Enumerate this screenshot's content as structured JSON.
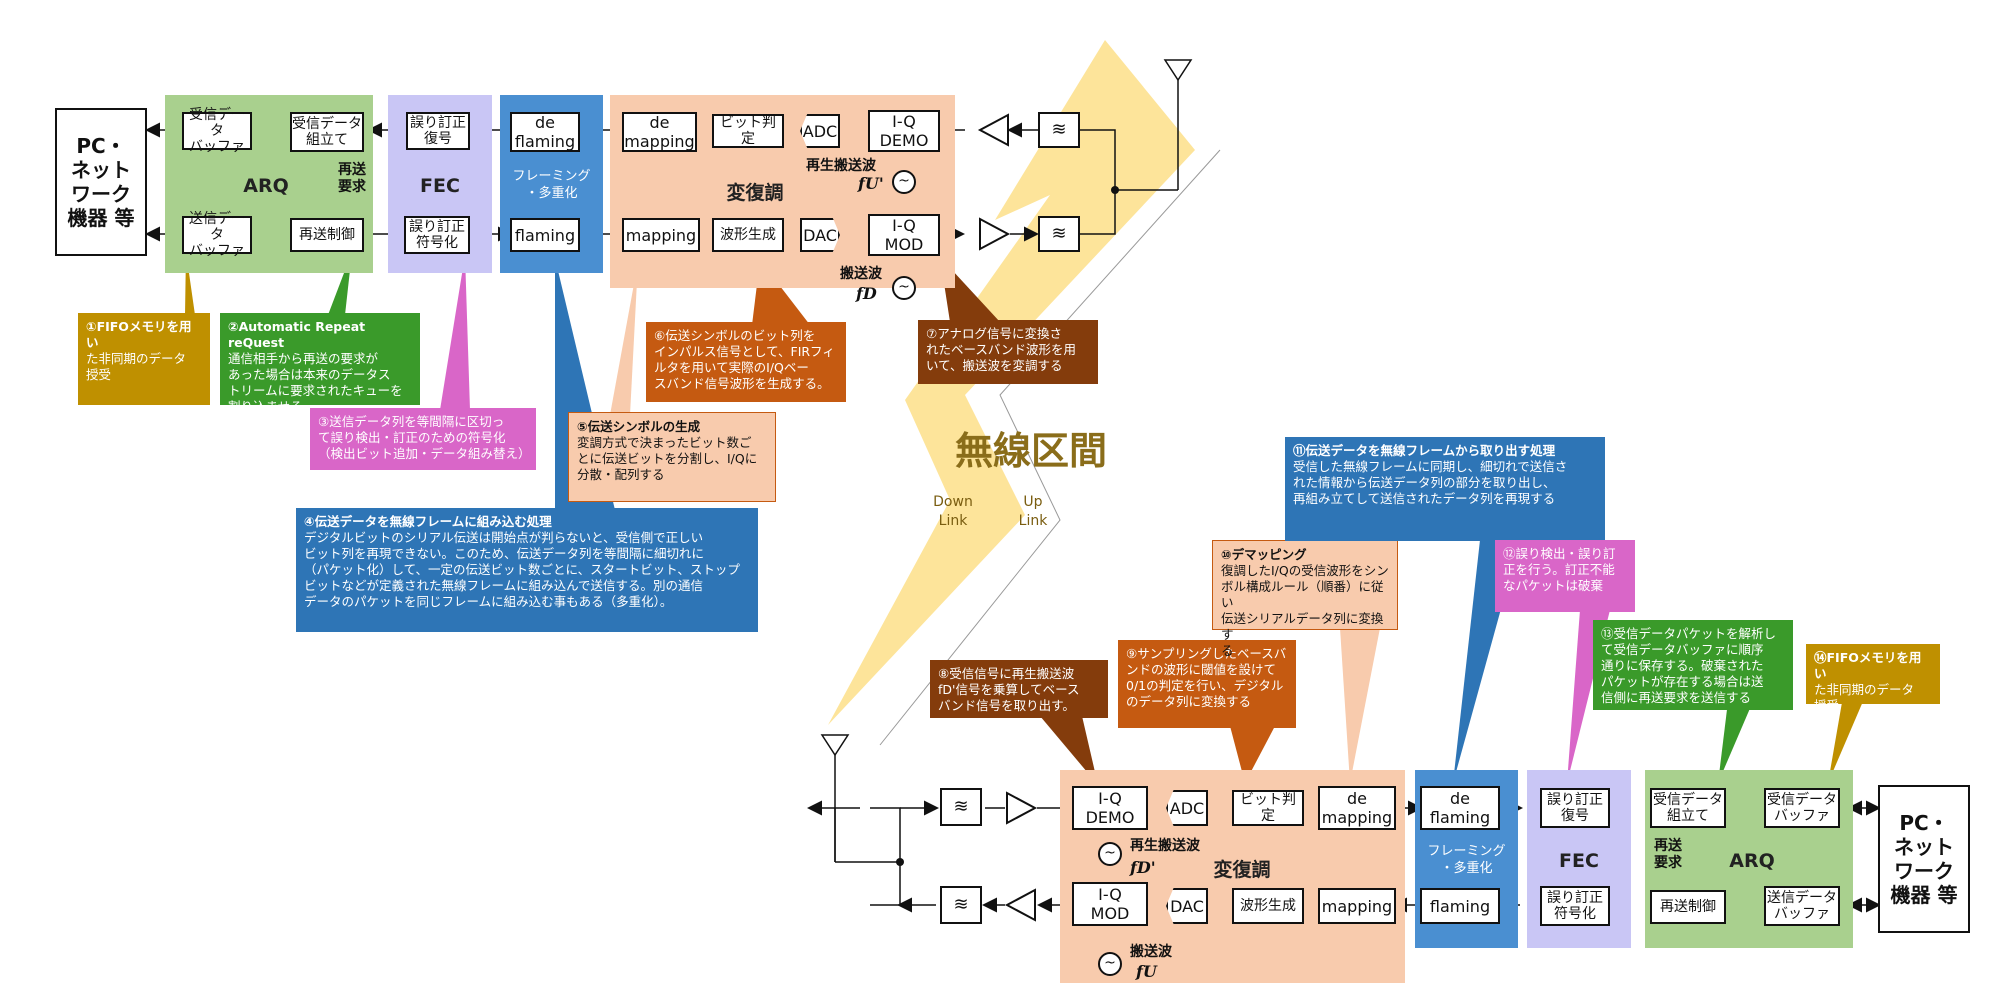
{
  "center": {
    "title": "無線区間",
    "down": "Down\nLink",
    "up": "Up\nLink"
  },
  "top": {
    "pc": "PC・\nネット\nワーク\n機器 等",
    "arq": {
      "label": "ARQ",
      "rx_buffer": "受信データ\nバッファ",
      "assembly": "受信データ\n組立て",
      "tx_buffer": "送信データ\nバッファ",
      "retx": "再送制御",
      "request": "再送\n要求"
    },
    "fec": {
      "label": "FEC",
      "decode": "誤り訂正\n復号",
      "encode": "誤り訂正\n符号化"
    },
    "framing": {
      "label": "フレーミング\n・多重化",
      "deframe": "de\nflaming",
      "frame": "flaming"
    },
    "modem": {
      "label": "変復調",
      "demap": "de\nmapping",
      "bit": "ビット判定",
      "adc": "ADC",
      "demod": "I-Q\nDEMO",
      "map": "mapping",
      "wave": "波形生成",
      "dac": "DAC",
      "mod": "I-Q\nMOD",
      "rx_carrier": "再生搬送波",
      "rx_freq": "fU'",
      "tx_carrier": "搬送波",
      "tx_freq": "fD"
    }
  },
  "bottom": {
    "pc": "PC・\nネット\nワーク\n機器 等",
    "arq": {
      "label": "ARQ",
      "rx_buffer": "受信データ\nバッファ",
      "assembly": "受信データ\n組立て",
      "tx_buffer": "送信データ\nバッファ",
      "retx": "再送制御",
      "request": "再送\n要求"
    },
    "fec": {
      "label": "FEC",
      "decode": "誤り訂正\n復号",
      "encode": "誤り訂正\n符号化"
    },
    "framing": {
      "label": "フレーミング\n・多重化",
      "deframe": "de\nflaming",
      "frame": "flaming"
    },
    "modem": {
      "label": "変復調",
      "demap": "de\nmapping",
      "bit": "ビット判定",
      "adc": "ADC",
      "demod": "I-Q\nDEMO",
      "map": "mapping",
      "wave": "波形生成",
      "dac": "DAC",
      "mod": "I-Q\nMOD",
      "rx_carrier": "再生搬送波",
      "rx_freq": "fD'",
      "tx_carrier": "搬送波",
      "tx_freq": "fU"
    }
  },
  "notes": {
    "n1": {
      "head": "①FIFOメモリを用い",
      "body": "た非同期のデータ\n授受"
    },
    "n2": {
      "head": "②Automatic Repeat reQuest",
      "body": "通信相手から再送の要求が\nあった場合は本来のデータス\nトリームに要求されたキューを\n割り込ませる"
    },
    "n3": {
      "head": "",
      "body": "③送信データ列を等間隔に区切っ\nて誤り検出・訂正のための符号化\n（検出ビット追加・データ組み替え）"
    },
    "n4": {
      "head": "④伝送データを無線フレームに組み込む処理",
      "body": "デジタルビットのシリアル伝送は開始点が判らないと、受信側で正しい\nビット列を再現できない。このため、伝送データ列を等間隔に細切れに\n（パケット化）して、一定の伝送ビット数ごとに、スタートビット、ストップ\nビットなどが定義された無線フレームに組み込んで送信する。別の通信\nデータのパケットを同じフレームに組み込む事もある（多重化）。"
    },
    "n5": {
      "head": "⑤伝送シンボルの生成",
      "body": "変調方式で決まったビット数ご\nとに伝送ビットを分割し、I/Qに\n分散・配列する"
    },
    "n6": {
      "head": "",
      "body": "⑥伝送シンボルのビット列を\nインパルス信号として、FIRフィ\nルタを用いて実際のI/Qベー\nスバンド信号波形を生成する。"
    },
    "n7": {
      "head": "",
      "body": "⑦アナログ信号に変換さ\nれたベースバンド波形を用\nいて、搬送波を変調する"
    },
    "n8": {
      "head": "",
      "body": "⑧受信信号に再生搬送波\nfD'信号を乗算してベース\nバンド信号を取り出す。"
    },
    "n9": {
      "head": "",
      "body": "⑨サンプリングしたベースバ\nンドの波形に閾値を設けて\n0/1の判定を行い、デジタル\nのデータ列に変換する"
    },
    "n10": {
      "head": "⑩デマッピング",
      "body": "復調したI/Qの受信波形をシン\nボル構成ルール（順番）に従い\n伝送シリアルデータ列に変換す\nる"
    },
    "n11": {
      "head": "⑪伝送データを無線フレームから取り出す処理",
      "body": "受信した無線フレームに同期し、細切れで送信さ\nれた情報から伝送データ列の部分を取り出し、\n再組み立てして送信されたデータ列を再現する"
    },
    "n12": {
      "head": "",
      "body": "⑫誤り検出・誤り訂\n正を行う。訂正不能\nなパケットは破棄"
    },
    "n13": {
      "head": "",
      "body": "⑬受信データパケットを解析し\nて受信データバッファに順序\n通りに保存する。破棄された\nパケットが存在する場合は送\n信側に再送要求を送信する"
    },
    "n14": {
      "head": "⑭FIFOメモリを用い",
      "body": "た非同期のデータ\n授受"
    }
  },
  "colors": {
    "arq": "#a9d08e",
    "fec": "#c9c6f5",
    "framing": "#4a8fd1",
    "modem": "#f8cbad",
    "lightning": "#fde49a",
    "gold": "#bf9000",
    "green": "#3a9a2a",
    "magenta": "#d966c8",
    "blue": "#2e75b6",
    "peach": "#f8cbad",
    "orange": "#c55a11",
    "brown": "#843c0c"
  }
}
